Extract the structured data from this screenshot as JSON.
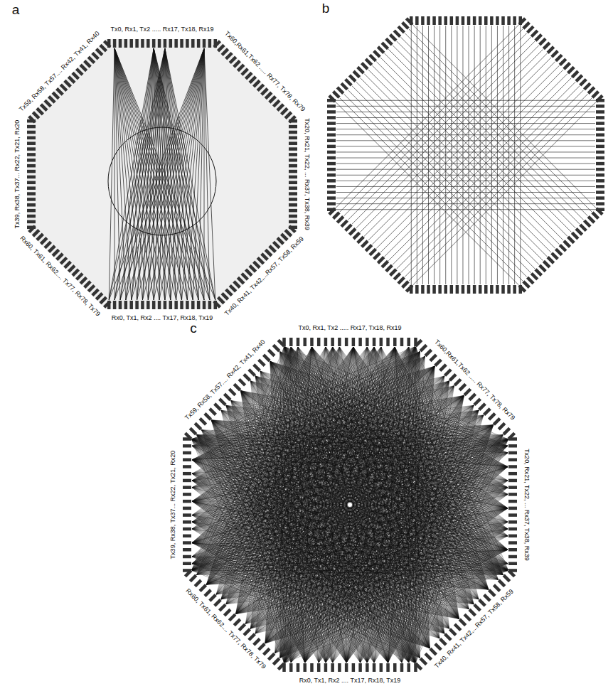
{
  "diagram": {
    "labels": [
      "a",
      "Tx0, Rx1, Tx2 ..... Rx17, Tx18, Rx19",
      "Tx60,Rx61,Tx62 ..... Rx77, Tx78, Rx79",
      "Tx20, Rx21, Tx22, ... Rx37, Tx38, Rx39",
      "Tx40, Rx41, Tx42,...Rx57, Tx58, Rx59",
      "Rx0, Tx1, Rx2 .... Tx17, Rx18, Tx19",
      "Rx60, Tx61, Rx62.... Tx77, Rx78, Tx79",
      "Tx39, Rx38, Tx37... Rx22, Tx21, Rx20",
      "Tx59, Rx58, Tx57.... Rx42, Tx41, Rx40",
      "b",
      "c",
      "Tx0, Rx1, Tx2 ..... Rx17, Tx18, Rx19",
      "Tx60,Rx61,Tx62 ..... Rx77, Tx78, Rx79",
      "Tx20, Rx21, Tx22, ... Rx37, Tx38, Rx39",
      "Tx40, Rx41, Tx42,...Rx57, Tx58, Rx59",
      "Rx0, Tx1, Rx2 .... Tx17, Rx18, Tx19",
      "Rx60, Tx61, Rx62.... Tx77, Rx78, Tx79",
      "Tx39, Rx38, Tx37... Rx22, Tx21, Rx20",
      "Tx59, Rx58, Tx57.... Rx42, Tx41, Rx40"
    ]
  }
}
